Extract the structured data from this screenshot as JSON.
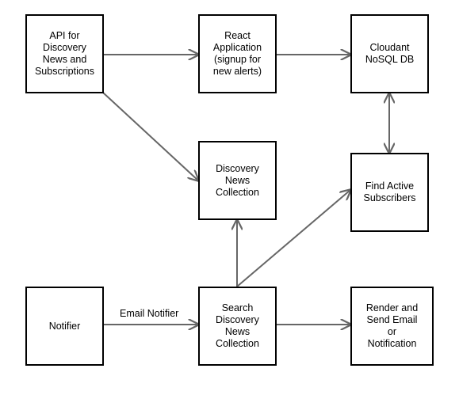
{
  "nodes": {
    "api": "API for\nDiscovery\nNews and\nSubscriptions",
    "react": "React\nApplication\n(signup for\nnew alerts)",
    "cloudant": "Cloudant\nNoSQL DB",
    "discovery_collection": "Discovery News\nCollection",
    "find_subscribers": "Find Active\nSubscribers",
    "notifier": "Notifier",
    "search": "Search\nDiscovery\nNews\nCollection",
    "render": "Render and\nSend Email\nor\nNotification"
  },
  "edge_labels": {
    "email_notifier": "Email Notifier"
  },
  "colors": {
    "border": "#000000",
    "arrow": "#666666",
    "background": "#ffffff"
  }
}
